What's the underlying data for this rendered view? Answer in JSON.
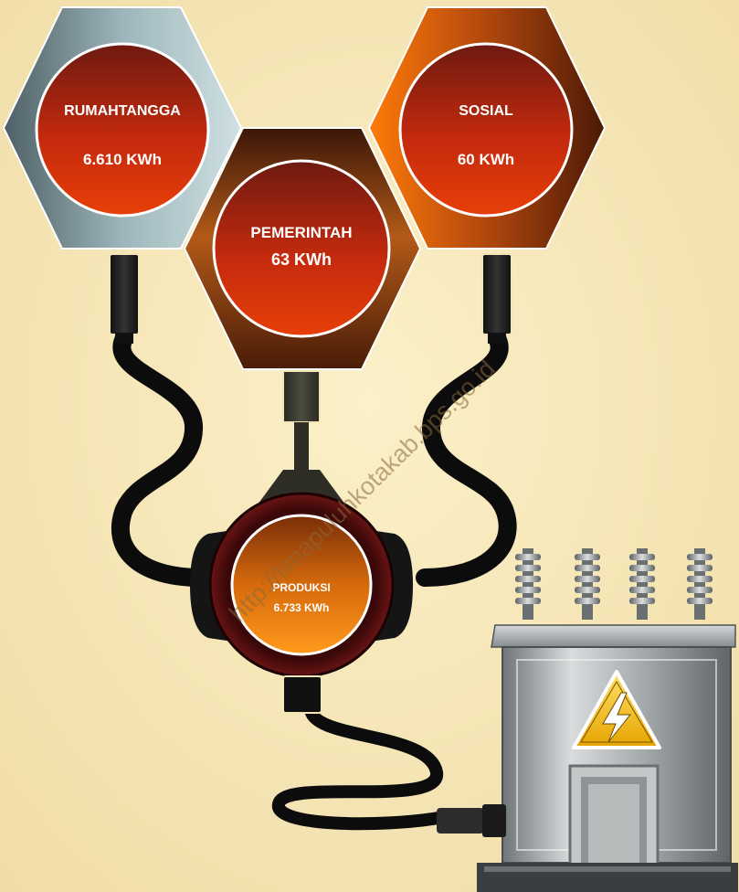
{
  "nodes": {
    "rumahtangga": {
      "name": "RUMAHTANGGA",
      "value": "6.610  KWh"
    },
    "sosial": {
      "name": "SOSIAL",
      "value": "60   KWh"
    },
    "pemerintah": {
      "name": "PEMERINTAH",
      "value": "63  KWh"
    },
    "produksi": {
      "name": "PRODUKSI",
      "value": "6.733  KWh"
    }
  },
  "watermark": "http://limapuluhkotakab.bps.go.id",
  "colors": {
    "background": "#f6e6b6",
    "cable": "#0c0c0c",
    "circle_red": "#c8260c",
    "circle_orange": "#e8770a",
    "ring_dark": "#5a0f0f",
    "hex_steel": "#7e9aa0",
    "hex_brown": "#7a3410",
    "hex_orange": "#f07a10",
    "transformer": "#b0b4b6",
    "warning_yellow": "#f3c316"
  }
}
